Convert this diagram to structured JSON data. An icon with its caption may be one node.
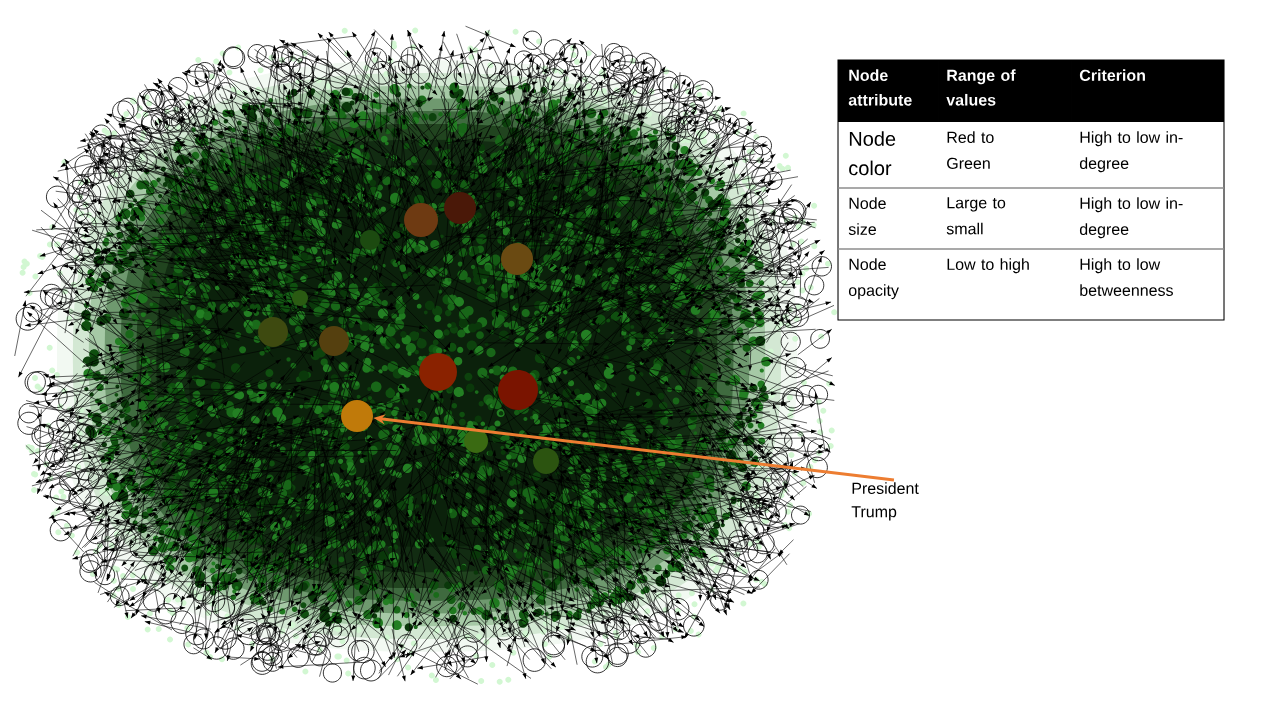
{
  "diagram": {
    "nodes": [
      {
        "text": [
          "President Trump"
        ]
      },
      {
        "text": [],
        "shape": "circle"
      }
    ],
    "edges": [
      {
        "from": 0,
        "to": 1,
        "arrow": "to",
        "color": "#ed7d31"
      }
    ],
    "labels": [
      "Node attribute",
      "Range of values",
      "Criterion",
      "Node color",
      "Red to Green",
      "High to low in-degree",
      "Node size",
      "Large to small",
      "High to low in-degree",
      "Node opacity",
      "Low to high",
      "High to low betweenness"
    ]
  }
}
